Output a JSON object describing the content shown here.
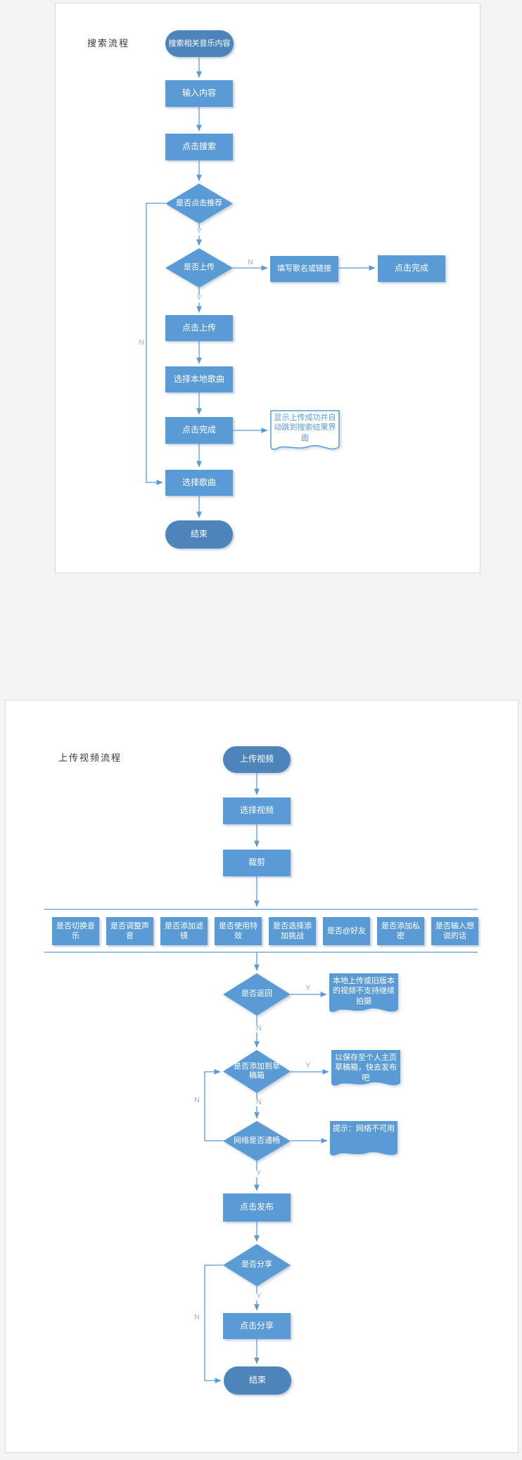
{
  "colors": {
    "node_fill": "#5b9bd5",
    "terminal_fill": "#4d84ba",
    "connector": "#5b9bd5",
    "edge_label_text": "#96abc0",
    "title_text": "#3a3a3a",
    "document_outline_text": "#5b9bd5",
    "panel_background": "#ffffff",
    "page_background": "#f4f4f5"
  },
  "chart1": {
    "title": "搜索流程",
    "nodes": {
      "start": "搜索相关音乐内容",
      "input_content": "输入内容",
      "click_search": "点击搜索",
      "decision_recommend": "是否点击推荐",
      "decision_upload": "是否上传",
      "fill_song_or_link": "填写歌名或链接",
      "click_finish_right": "点击完成",
      "click_upload": "点击上传",
      "choose_local_song": "选择本地歌曲",
      "click_finish": "点击完成",
      "doc_upload_success": "显示上传成功并自动跳到搜索结果界面",
      "choose_song": "选择歌曲",
      "end": "结束"
    },
    "labels": {
      "recommend_yes": "Y",
      "upload_yes": "Y",
      "upload_no": "N",
      "recommend_no_loop": "N"
    }
  },
  "chart2": {
    "title": "上传视频流程",
    "nodes": {
      "start": "上传视频",
      "choose_video": "选择视频",
      "trim": "裁剪",
      "decision_back": "是否返回",
      "doc_no_continue": "本地上传或旧版本的视频不支持继续拍摄",
      "decision_draft": "是否添加到草稿箱",
      "doc_draft_saved": "以保存至个人主页草稿箱，快去发布吧",
      "decision_network": "网络是否通畅",
      "doc_network_unavailable": "提示：网络不可用",
      "click_publish": "点击发布",
      "decision_share": "是否分享",
      "click_share": "点击分享",
      "end": "结束"
    },
    "options": [
      "是否切换音乐",
      "是否调整声音",
      "是否添加滤镜",
      "是否使用特效",
      "是否选择添加挑战",
      "是否@好友",
      "是否添加私密",
      "是否输入想说的话"
    ],
    "labels": {
      "back_yes": "Y",
      "back_no": "N",
      "draft_yes": "Y",
      "draft_no": "N",
      "network_loop_n": "N",
      "network_yes": "Y",
      "share_yes": "Y",
      "share_no": "N"
    }
  }
}
